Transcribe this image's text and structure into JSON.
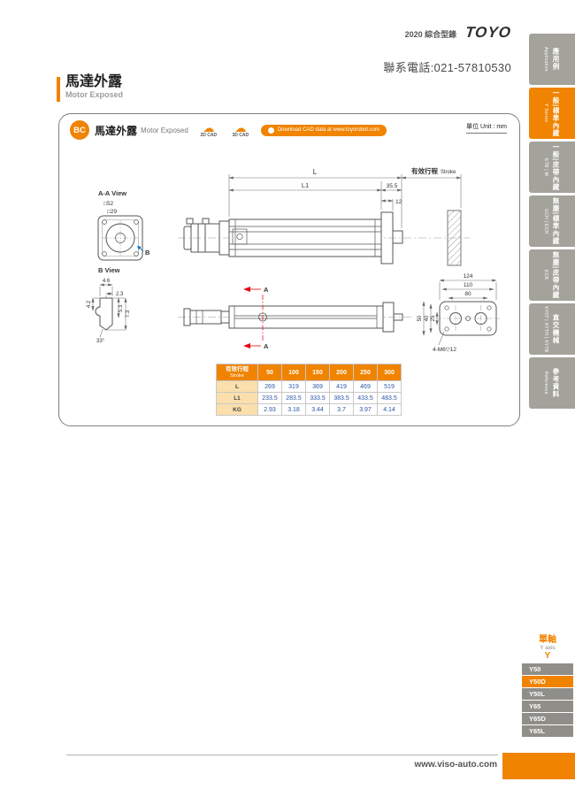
{
  "header": {
    "catalog": "2020 綜合型錄",
    "brand": "TOYO",
    "phone": "聯系電話:021-57810530"
  },
  "title": {
    "zh": "馬達外露",
    "en": "Motor Exposed"
  },
  "panel": {
    "badge": "BC",
    "title_zh": "馬達外露",
    "title_en": "Motor Exposed",
    "cad2d": "2D CAD",
    "cad3d": "3D CAD",
    "download": "Download CAD data at www.toyorobot.com",
    "unit": "單位 Unit : mm",
    "icons": {
      "cloud": "☁"
    },
    "labels": {
      "aa_view": "A-A View",
      "b_view": "B View",
      "stroke_zh": "有效行程",
      "stroke_en": "Stroke"
    },
    "dims": {
      "L": "L",
      "L1": "L1",
      "n355": "35.5",
      "n12": "12",
      "sq52": "□52",
      "sq29": "□29",
      "n46": "4.6",
      "n23": "2.3",
      "n42": "4.2",
      "n53": "5.3",
      "n73": "7.3",
      "ang33": "33°",
      "n124": "124",
      "n110": "110",
      "n80": "80",
      "n50": "50",
      "n40": "40",
      "n25": "25",
      "m6": "4-M6▽12",
      "sectionA": "A",
      "detailB": "B"
    }
  },
  "table": {
    "header_zh": "有效行程",
    "header_en": "Stroke",
    "strokes": [
      "50",
      "100",
      "150",
      "200",
      "250",
      "300"
    ],
    "rows": [
      {
        "label": "L",
        "values": [
          "269",
          "319",
          "369",
          "419",
          "469",
          "519"
        ]
      },
      {
        "label": "L1",
        "values": [
          "233.5",
          "283.5",
          "333.5",
          "383.5",
          "433.5",
          "483.5"
        ]
      },
      {
        "label": "KG",
        "values": [
          "2.93",
          "3.18",
          "3.44",
          "3.7",
          "3.97",
          "4.14"
        ]
      }
    ]
  },
  "sidebar": {
    "tabs": [
      {
        "zh": "應用例",
        "en": "Application"
      },
      {
        "zh": "一般|標準內藏",
        "en": "Y Series"
      },
      {
        "zh": "一般|皮帶內藏",
        "en": "ETB | M"
      },
      {
        "zh": "無塵|標準內藏",
        "en": "GCH | ECH"
      },
      {
        "zh": "無塵|皮帶內藏",
        "en": "ECB"
      },
      {
        "zh": "直交機械",
        "en": "XY0T | XYTH | XYTB"
      },
      {
        "zh": "參考資料",
        "en": "Reference"
      }
    ]
  },
  "model_nav": {
    "title_zh": "單軸",
    "title_en": "Y axis",
    "code": "Y",
    "items": [
      {
        "label": "Y50"
      },
      {
        "label": "Y50D"
      },
      {
        "label": "Y50L"
      },
      {
        "label": "Y65"
      },
      {
        "label": "Y65D"
      },
      {
        "label": "Y65L"
      }
    ]
  },
  "footer": {
    "url": "www.viso-auto.com"
  }
}
